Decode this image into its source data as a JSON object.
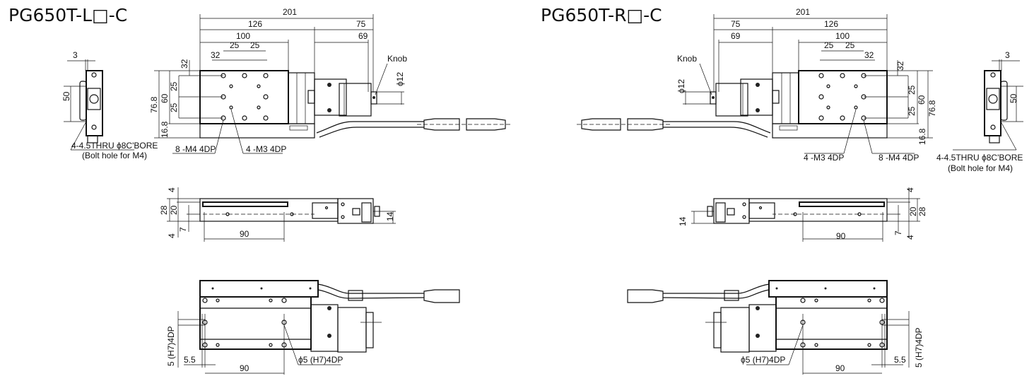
{
  "left": {
    "title": "PG650T-L□-C",
    "top_view": {
      "dim_total": "201",
      "dim_body": "126",
      "dim_motor": "75",
      "dim_stage": "100",
      "dim_motor_body": "69",
      "dim_pitch_a": "25",
      "dim_pitch_b": "25",
      "dim_offset": "32",
      "knob_label": "Knob",
      "knob_dia": "ϕ12",
      "dim_v_offset": "32",
      "dim_v_pitch_a": "25",
      "dim_v_pitch_b": "25",
      "dim_width": "60",
      "dim_height": "76.8",
      "dim_base": "16.8",
      "m4_label": "8 -M4 4DP",
      "m3_label": "4 -M3 4DP"
    },
    "end_view": {
      "dim_3": "3",
      "dim_50": "50",
      "bolt_label": "4-4.5THRU ϕ8C'BORE",
      "bolt_note": "(Bolt hole for M4)"
    },
    "side_view": {
      "dim_top": "4",
      "dim_28": "28",
      "dim_20": "20",
      "dim_7": "7",
      "dim_bottom": "4",
      "dim_90": "90",
      "dim_14": "14"
    },
    "bottom_view": {
      "pin_label_v": "5 (H7)4DP",
      "dim_5_5": "5.5",
      "dim_90": "90",
      "pin_label": "ϕ5 (H7)4DP"
    }
  },
  "right": {
    "title": "PG650T-R□-C",
    "top_view": {
      "dim_total": "201",
      "dim_body": "126",
      "dim_motor": "75",
      "dim_stage": "100",
      "dim_motor_body": "69",
      "dim_pitch_a": "25",
      "dim_pitch_b": "25",
      "dim_offset": "32",
      "knob_label": "Knob",
      "knob_dia": "ϕ12",
      "dim_v_offset": "32",
      "dim_v_pitch_a": "25",
      "dim_v_pitch_b": "25",
      "dim_width": "60",
      "dim_height": "76.8",
      "dim_base": "16.8",
      "m4_label": "8 -M4 4DP",
      "m3_label": "4 -M3 4DP"
    },
    "end_view": {
      "dim_3": "3",
      "dim_50": "50",
      "bolt_label": "4-4.5THRU ϕ8C'BORE",
      "bolt_note": "(Bolt hole for M4)"
    },
    "side_view": {
      "dim_top": "4",
      "dim_28": "28",
      "dim_20": "20",
      "dim_7": "7",
      "dim_bottom": "4",
      "dim_90": "90",
      "dim_14": "14"
    },
    "bottom_view": {
      "pin_label_v": "5 (H7)4DP",
      "dim_5_5": "5.5",
      "dim_90": "90",
      "pin_label": "ϕ5 (H7)4DP"
    }
  }
}
